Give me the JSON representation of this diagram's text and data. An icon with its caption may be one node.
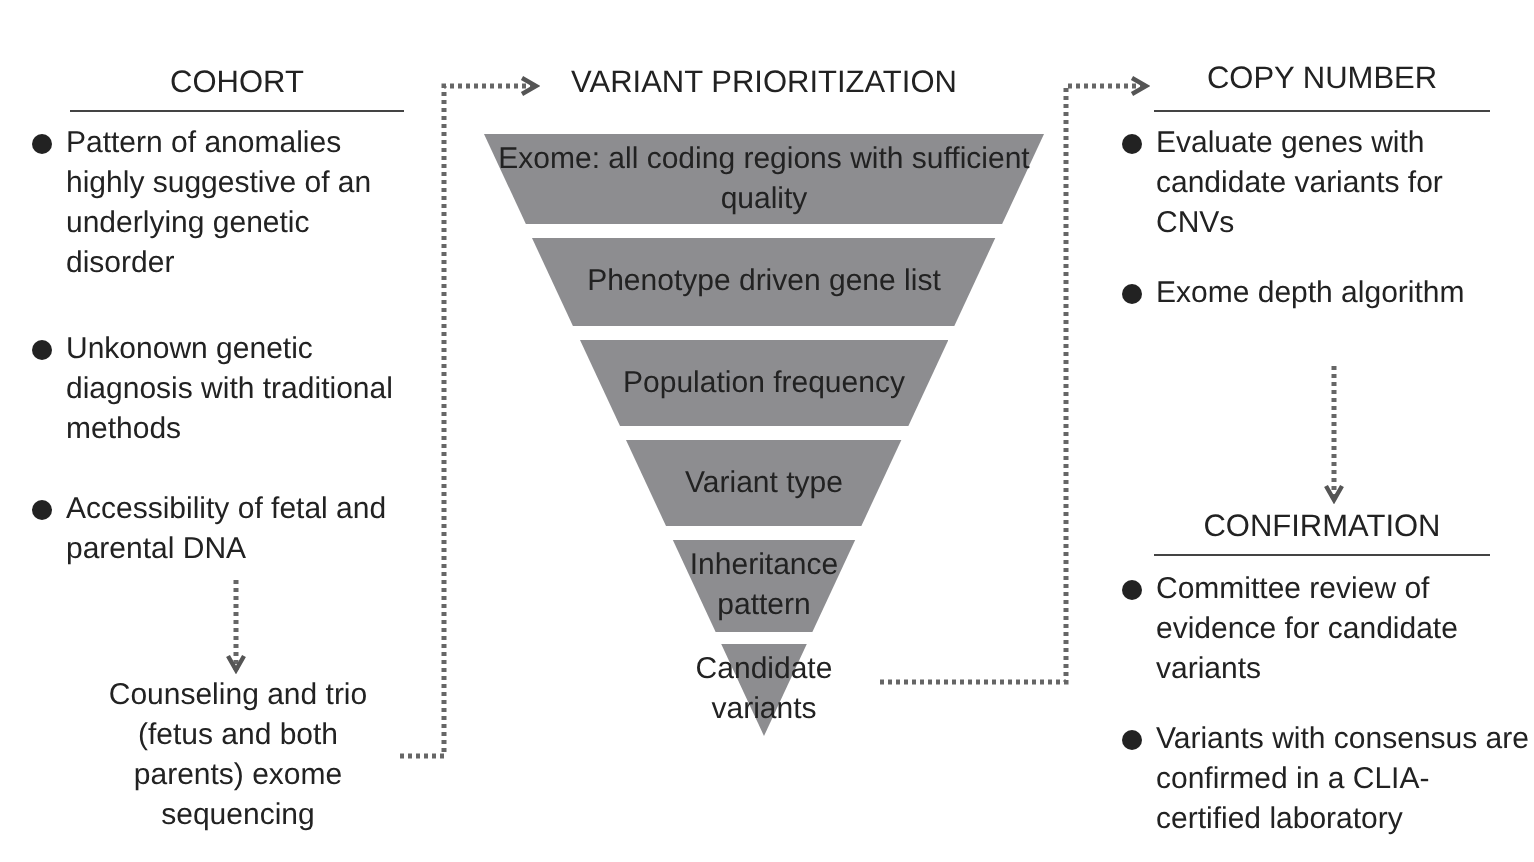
{
  "diagram": {
    "nodes": [
      {
        "text": [
          "Pattern of anomalies highly suggestive of an underlying genetic disorder"
        ]
      },
      {
        "text": [
          "Unkonown genetic diagnosis with traditional methods"
        ]
      },
      {
        "text": [
          "Accessibility of fetal and parental DNA"
        ]
      },
      {
        "text": [
          "Counseling and trio (fetus and both parents) exome sequencing"
        ]
      },
      {
        "text": [
          "VARIANT PRIORITIZATION"
        ]
      },
      {
        "text": [
          "Exome: all coding regions with sufficient quality"
        ]
      },
      {
        "text": [
          "Phenotype driven gene list"
        ]
      },
      {
        "text": [
          "Population frequency"
        ]
      },
      {
        "text": [
          "Variant type"
        ]
      },
      {
        "text": [
          "Inheritance pattern"
        ]
      },
      {
        "text": [
          "Candidate variants"
        ]
      },
      {
        "text": [
          "COPY NUMBER"
        ]
      },
      {
        "text": [
          "Evaluate genes with candidate variants for CNVs"
        ]
      },
      {
        "text": [
          "Exome depth algorithm"
        ]
      },
      {
        "text": [
          "CONFIRMATION"
        ]
      },
      {
        "text": [
          "Committee review of evidence for candidate variants"
        ]
      },
      {
        "text": [
          "Variants with consensus are confirmed in a CLIA-certified laboratory"
        ]
      }
    ],
    "edges": [
      {
        "from": 2,
        "to": 3,
        "arrow": "to"
      },
      {
        "from": 3,
        "to": 4,
        "arrow": "to"
      },
      {
        "from": 10,
        "to": 11,
        "arrow": "to"
      },
      {
        "from": 13,
        "to": 14,
        "arrow": "to"
      }
    ],
    "labels": [
      "COHORT"
    ]
  }
}
